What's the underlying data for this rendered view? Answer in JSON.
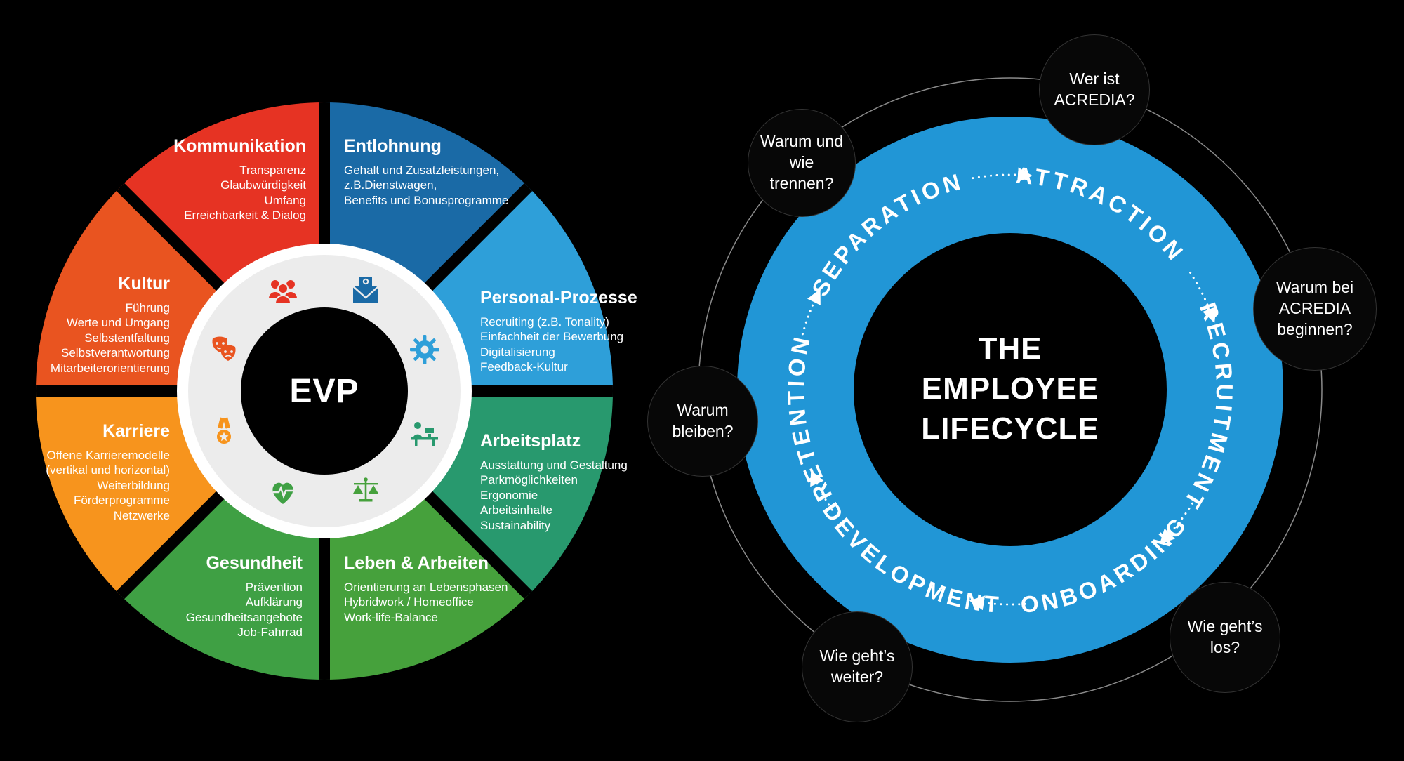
{
  "evp_wheel": {
    "center_label": "EVP",
    "segments": [
      {
        "title": "Kommunikation",
        "color": "#e63323",
        "icon": "group-icon",
        "items": [
          "Transparenz",
          "Glaubwürdigkeit",
          "Umfang",
          "Erreichbarkeit & Dialog"
        ]
      },
      {
        "title": "Entlohnung",
        "color": "#1a6aa6",
        "icon": "envelope-icon",
        "items": [
          "Gehalt und Zusatzleistungen,",
          "z.B.Dienstwagen,",
          "Benefits und Bonusprogramme"
        ]
      },
      {
        "title": "Personal-Prozesse",
        "color": "#2e9fd9",
        "icon": "gear-icon",
        "items": [
          "Recruiting (z.B. Tonality)",
          "Einfachheit der Bewerbung",
          "Digitalisierung",
          "Feedback-Kultur"
        ]
      },
      {
        "title": "Arbeitsplatz",
        "color": "#28996e",
        "icon": "workstation-icon",
        "items": [
          "Ausstattung und Gestaltung",
          "Parkmöglichkeiten",
          "Ergonomie",
          "Arbeitsinhalte",
          "Sustainability"
        ]
      },
      {
        "title": "Leben & Arbeiten",
        "color": "#46a13c",
        "icon": "scales-icon",
        "items": [
          "Orientierung an Lebensphasen",
          "Hybridwork / Homeoffice",
          "Work-life-Balance"
        ]
      },
      {
        "title": "Gesundheit",
        "color": "#3fa044",
        "icon": "heart-pulse-icon",
        "items": [
          "Prävention",
          "Aufklärung",
          "Gesundheitsangebote",
          "Job-Fahrrad"
        ]
      },
      {
        "title": "Karriere",
        "color": "#f7941d",
        "icon": "medal-icon",
        "items": [
          "Offene Karrieremodelle",
          "(vertikal und horizontal)",
          "Weiterbildung",
          "Förderprogramme",
          "Netzwerke"
        ]
      },
      {
        "title": "Kultur",
        "color": "#e95420",
        "icon": "theater-masks-icon",
        "items": [
          "Führung",
          "Werte und Umgang",
          "Selbstentfaltung",
          "Selbstverantwortung",
          "Mitarbeiterorientierung"
        ]
      }
    ]
  },
  "lifecycle": {
    "title_lines": [
      "THE",
      "EMPLOYEE",
      "LIFECYCLE"
    ],
    "ring_color": "#2196d6",
    "stages": [
      "ATTRACTION",
      "RECRUITMENT",
      "ONBOARDING",
      "DEVELOPMENT",
      "RETENTION",
      "SEPARATION"
    ],
    "questions": [
      "Wer ist ACREDIA?",
      "Warum bei ACREDIA beginnen?",
      "Wie geht’s los?",
      "Wie geht’s weiter?",
      "Warum bleiben?",
      "Warum und wie trennen?"
    ]
  }
}
